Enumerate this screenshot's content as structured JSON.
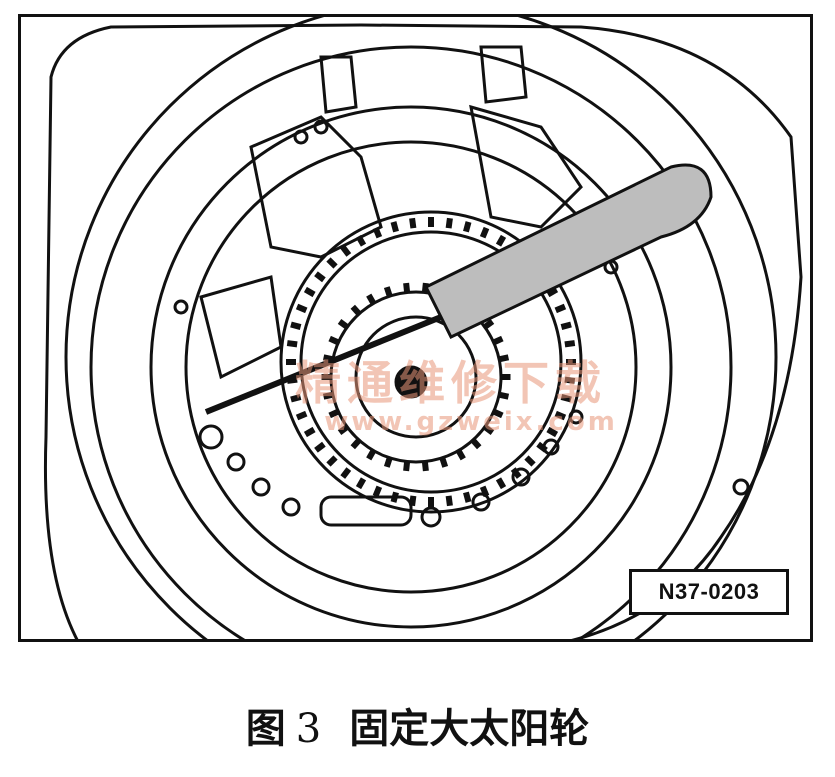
{
  "figure": {
    "ref_code": "N37-0203",
    "watermark": "精通维修下载",
    "watermark_url": "www.gzweix.com"
  },
  "caption": {
    "label": "图",
    "number": "3",
    "text": "固定大太阳轮"
  },
  "colors": {
    "line": "#111111",
    "watermark": "#e89678"
  }
}
